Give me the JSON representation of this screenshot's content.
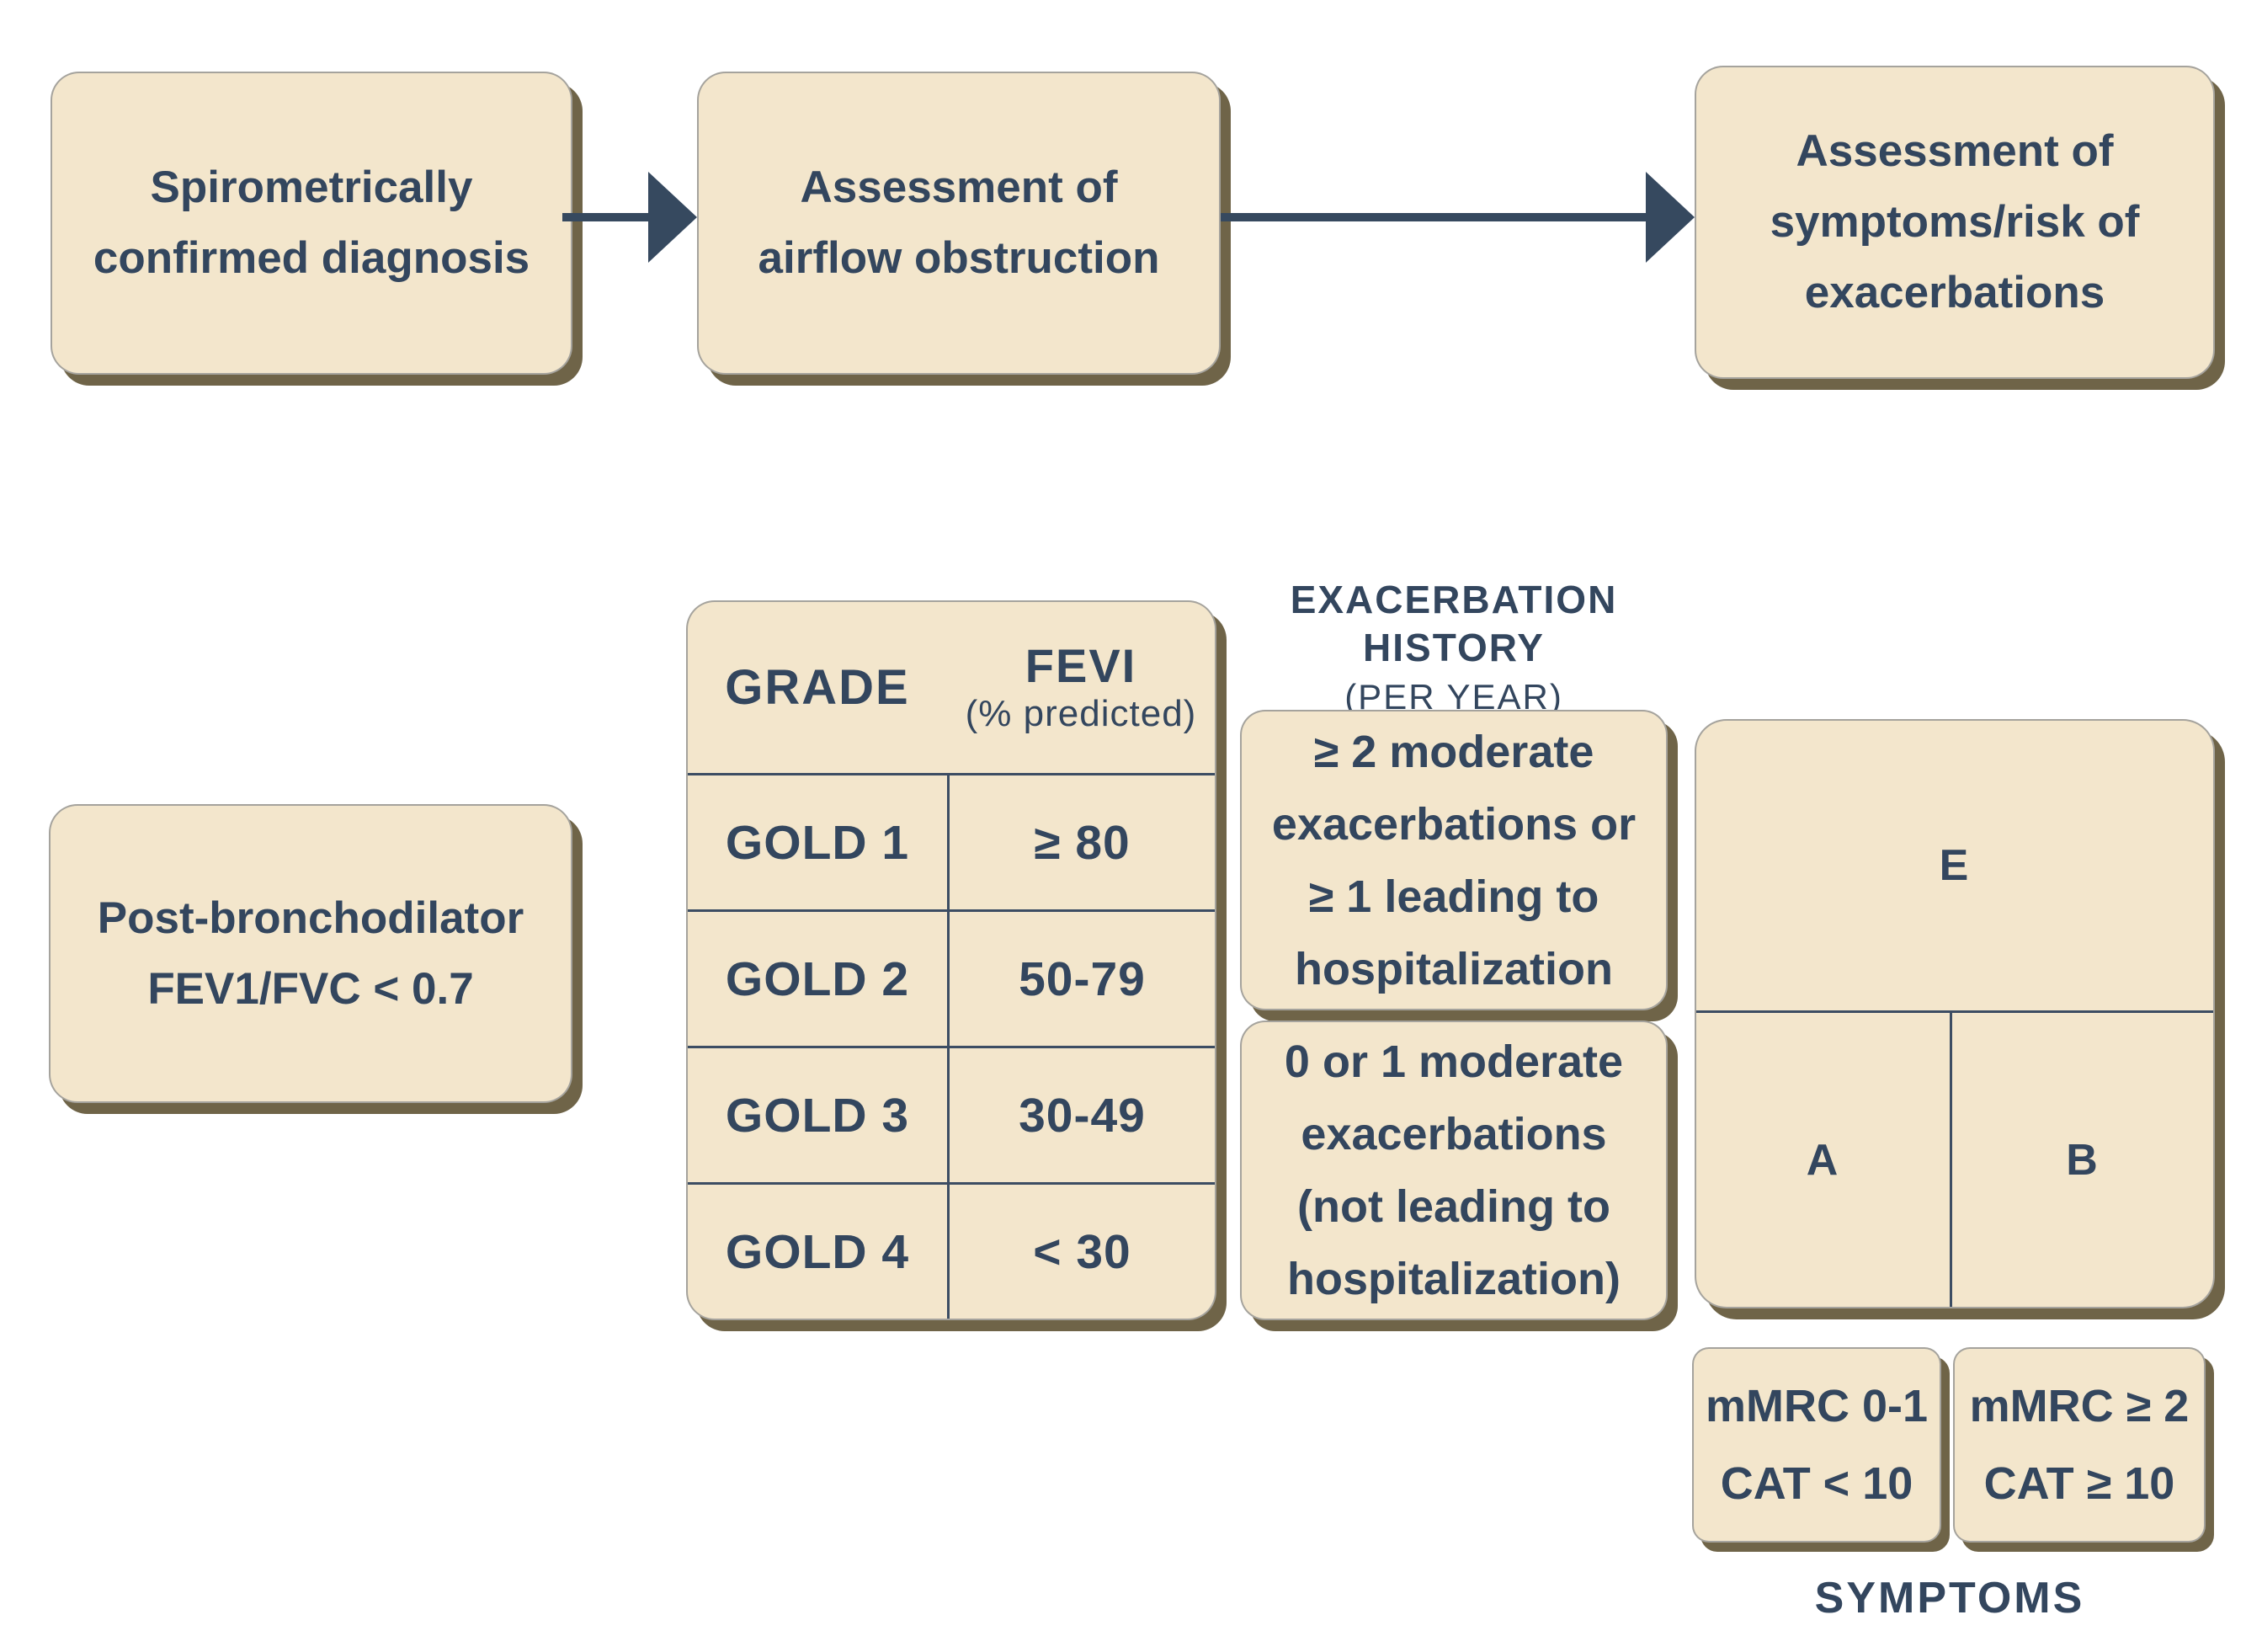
{
  "colors": {
    "background": "#ffffff",
    "box_fill": "#f3e6cc",
    "text_navy": "#33465e",
    "line_navy": "#3c4d63",
    "shadow_olive": "#6f6448"
  },
  "flow": {
    "step1": "Spirometrically\nconfirmed diagnosis",
    "step2": "Assessment of\nairflow obstruction",
    "step3": "Assessment of\nsymptoms/risk of\nexacerbations"
  },
  "post_bronchodilator": "Post-bronchodilator\nFEV1/FVC < 0.7",
  "grade_table": {
    "col_grade": "GRADE",
    "col_fev": "FEVI",
    "col_fev_sub": "(% predicted)",
    "rows": [
      {
        "grade": "GOLD 1",
        "fev": "≥ 80"
      },
      {
        "grade": "GOLD 2",
        "fev": "50-79"
      },
      {
        "grade": "GOLD 3",
        "fev": "30-49"
      },
      {
        "grade": "GOLD 4",
        "fev": "< 30"
      }
    ]
  },
  "exacerbation": {
    "heading_line1": "EXACERBATION",
    "heading_line2": "HISTORY",
    "heading_line3": "(PER YEAR)",
    "high_risk": "≥ 2 moderate\nexacerbations or\n≥ 1 leading to\nhospitalization",
    "low_risk": "0 or 1 moderate\nexacerbations\n(not leading to\nhospitalization)"
  },
  "groups": {
    "e": "E",
    "a": "A",
    "b": "B"
  },
  "symptoms": {
    "low": "mMRC 0-1\nCAT < 10",
    "high": "mMRC ≥ 2\nCAT ≥ 10",
    "label": "SYMPTOMS"
  }
}
